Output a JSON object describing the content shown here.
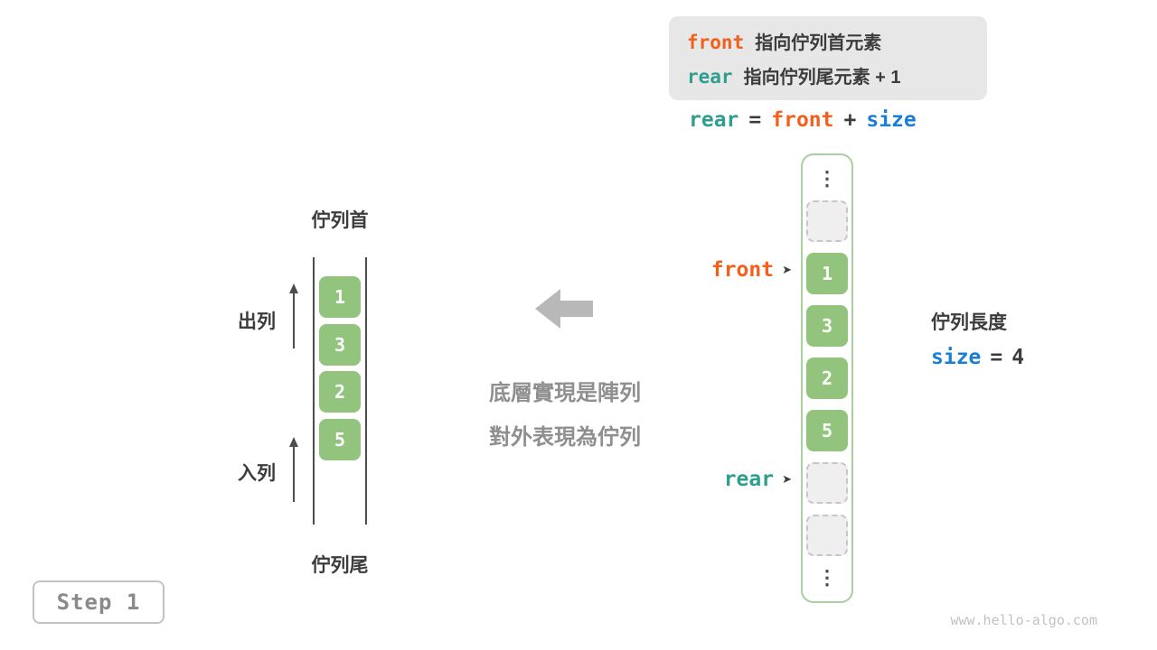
{
  "colors": {
    "front_orange": "#f2601d",
    "rear_teal": "#2f9e8f",
    "size_blue": "#1a7fd4",
    "cell_green": "#93c47d"
  },
  "legend": {
    "front_keyword": "front",
    "front_text": "指向佇列首元素",
    "rear_keyword": "rear",
    "rear_text": "指向佇列尾元素 + 1"
  },
  "formula": {
    "lhs": "rear",
    "equals": "=",
    "operand1": "front",
    "plus": "+",
    "operand2": "size"
  },
  "array": {
    "values": [
      "1",
      "3",
      "2",
      "5"
    ],
    "front_label": "front",
    "rear_label": "rear"
  },
  "glyphs": {
    "pointer": "➤",
    "ellipsis": "⋮"
  },
  "size_info": {
    "title": "佇列長度",
    "keyword": "size",
    "equals": "=",
    "value": "4"
  },
  "queue": {
    "front_label": "佇列首",
    "rear_label": "佇列尾",
    "dequeue_label": "出列",
    "enqueue_label": "入列",
    "values": [
      "1",
      "3",
      "2",
      "5"
    ]
  },
  "caption": {
    "line1": "底層實現是陣列",
    "line2": "對外表現為佇列"
  },
  "step_label": "Step 1",
  "watermark": "www.hello-algo.com"
}
